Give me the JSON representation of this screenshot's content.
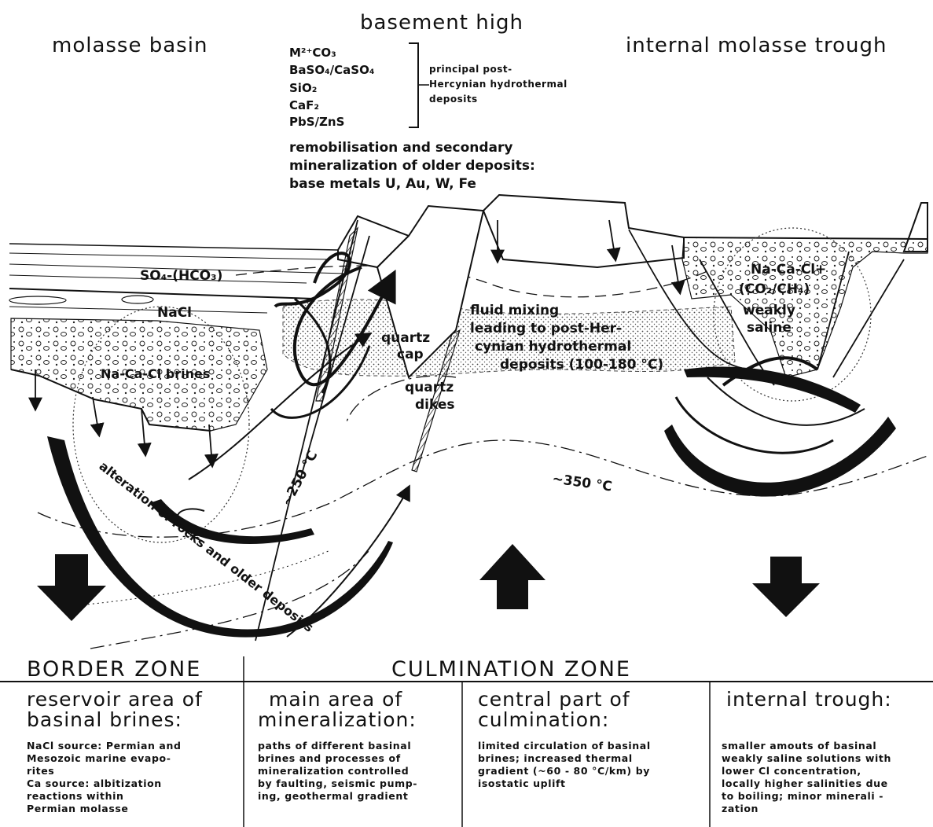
{
  "top": {
    "left_title": "molasse  basin",
    "center_title": "basement  high",
    "right_title": "internal molasse  trough"
  },
  "deposits": {
    "minerals": [
      "M²⁺CO₃",
      "BaSO₄/CaSO₄",
      "SiO₂",
      "CaF₂",
      "PbS/ZnS"
    ],
    "brace_label": [
      "principal post-",
      "Hercynian hydrothermal",
      "deposits"
    ],
    "remobilisation": [
      "remobilisation  and  secondary",
      "mineralization of older deposits:",
      "base metals U, Au, W, Fe"
    ]
  },
  "labels": {
    "so4": "SO₄-(HCO₃)",
    "nacl": "NaCl",
    "brines": "Na-Ca-Cl  brines",
    "quartz_cap": [
      "quartz",
      "cap"
    ],
    "quartz_dikes": [
      "quartz",
      "dikes"
    ],
    "fluid_mixing": [
      "fluid mixing",
      "leading to post-Her-",
      "cynian hydrothermal",
      "deposits (100-180 °C)"
    ],
    "right_brine": [
      "Na-Ca-Cl+",
      "(CO₂/CH₄)",
      "weakly",
      "saline"
    ],
    "temp_250": "~250 °C",
    "temp_350": "~350 °C",
    "alteration": "alteration  of  rocks  and  older  deposits"
  },
  "zones": {
    "border": "BORDER ZONE",
    "culmination": "CULMINATION ZONE"
  },
  "columns": [
    {
      "heading": [
        "reservoir  area  of",
        "basinal  brines:"
      ],
      "text": [
        "NaCl source:  Permian and",
        "   Mesozoic  marine  evapo-",
        "   rites",
        "Ca  source:  albitization",
        "   reactions   within",
        "   Permian  molasse"
      ]
    },
    {
      "heading": [
        "main area of",
        "mineralization:"
      ],
      "text": [
        "paths of different basinal",
        "brines and processes of",
        "mineralization controlled",
        "by faulting, seismic pump-",
        "ing, geothermal gradient"
      ]
    },
    {
      "heading": [
        "central part of",
        "culmination:"
      ],
      "text": [
        "limited circulation of basinal",
        "brines; increased thermal",
        "gradient (~60 - 80 °C/km)  by",
        "isostatic  uplift"
      ]
    },
    {
      "heading": [
        "internal  trough:"
      ],
      "text": [
        "smaller amouts of basinal",
        "weakly saline solutions with",
        "lower  Cl  concentration,",
        "locally higher salinities due",
        "to boiling; minor minerali -",
        "zation"
      ]
    }
  ]
}
